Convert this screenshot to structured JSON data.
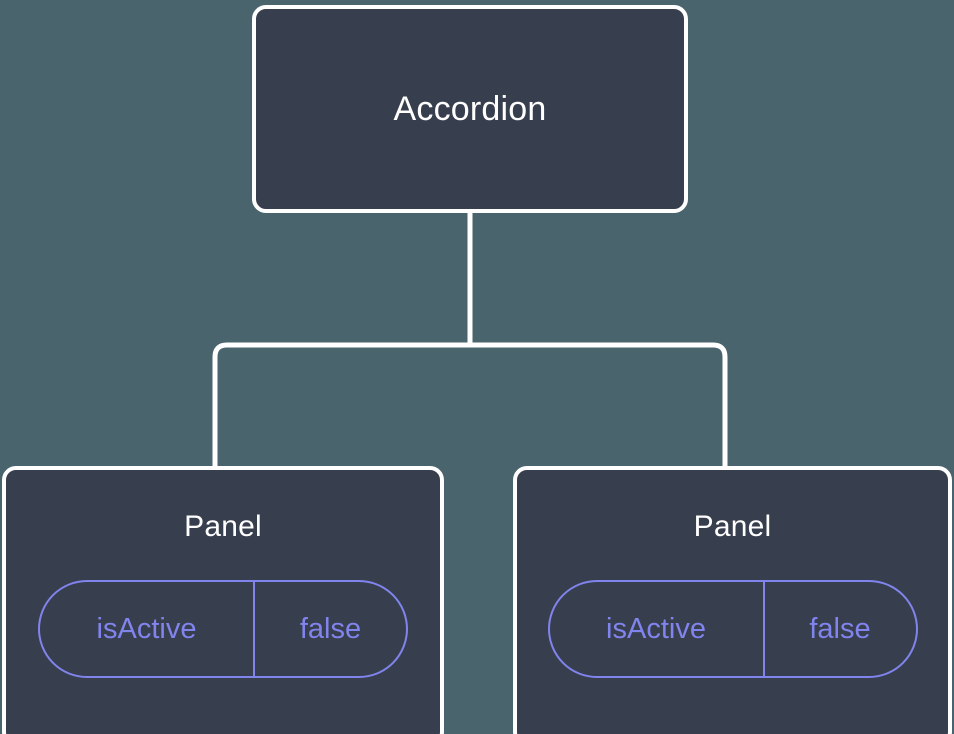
{
  "canvas": {
    "background_color": "#4a646d",
    "node_fill_color": "#373e4d",
    "node_border_color": "#ffffff",
    "accent_color": "#8084ec",
    "connector_color": "#ffffff"
  },
  "tree": {
    "root": {
      "title": "Accordion"
    },
    "children": [
      {
        "title": "Panel",
        "state": {
          "key": "isActive",
          "value": "false"
        }
      },
      {
        "title": "Panel",
        "state": {
          "key": "isActive",
          "value": "false"
        }
      }
    ]
  }
}
